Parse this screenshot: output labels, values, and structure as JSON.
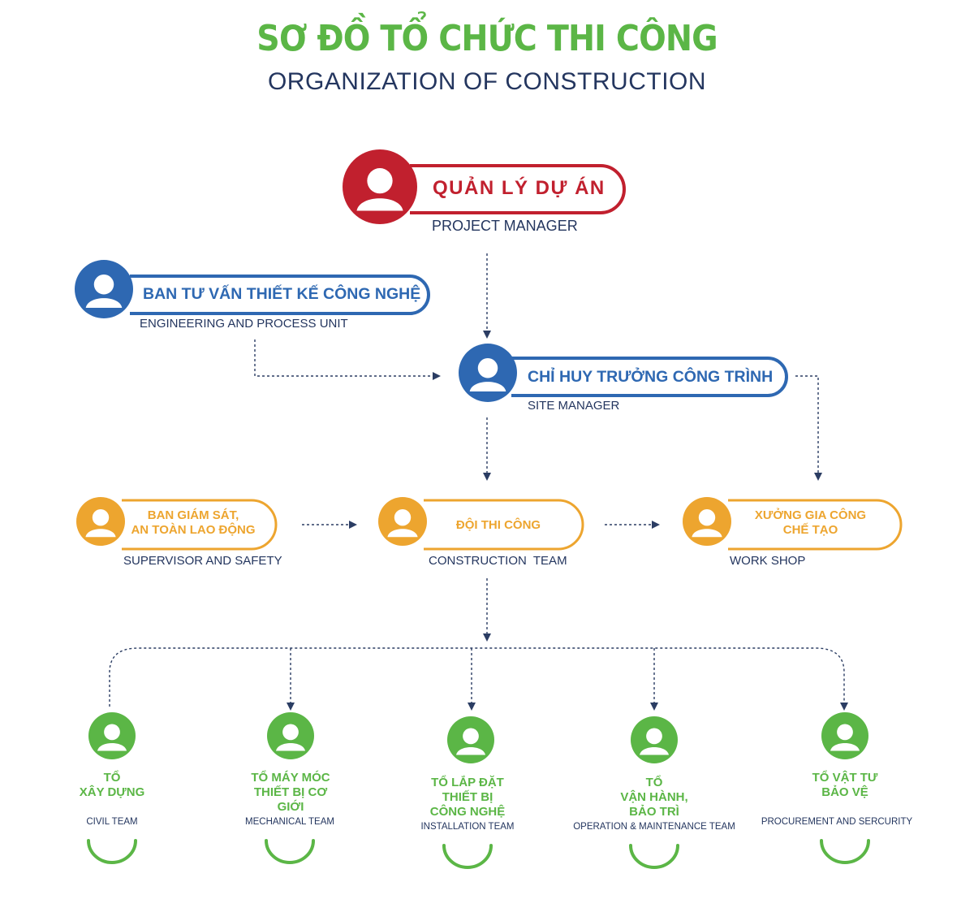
{
  "colors": {
    "green": "#5bb646",
    "navy": "#24365f",
    "red": "#c1202e",
    "blue": "#2e68b2",
    "orange": "#eda52f",
    "arrow": "#2b3d63"
  },
  "header": {
    "title": "SƠ ĐỒ TỔ CHỨC THI CÔNG",
    "subtitle": "ORGANIZATION OF CONSTRUCTION"
  },
  "nodes": {
    "project_manager": {
      "label": "QUẢN LÝ DỰ ÁN",
      "sub": "PROJECT MANAGER",
      "icon": "person-icon"
    },
    "engineering_unit": {
      "label": "BAN TƯ VẤN THIẾT KẾ CÔNG NGHỆ",
      "sub": "ENGINEERING AND PROCESS UNIT",
      "icon": "person-icon"
    },
    "site_manager": {
      "label": "CHỈ HUY TRƯỞNG CÔNG TRÌNH",
      "sub": "SITE MANAGER",
      "icon": "person-icon"
    },
    "supervisor": {
      "label_line1": "BAN GIÁM SÁT,",
      "label_line2": "AN TOÀN LAO ĐỘNG",
      "sub": "SUPERVISOR AND SAFETY",
      "icon": "person-icon"
    },
    "construction_team": {
      "label": "ĐỘI THI CÔNG",
      "sub": "CONSTRUCTION  TEAM",
      "icon": "person-icon"
    },
    "workshop": {
      "label_line1": "XƯỞNG GIA CÔNG",
      "label_line2": "CHẾ TẠO",
      "sub": "WORK SHOP",
      "icon": "person-icon"
    }
  },
  "teams": [
    {
      "lines": [
        "TỔ",
        "XÂY DỰNG"
      ],
      "sub": "CIVIL TEAM"
    },
    {
      "lines": [
        "TỔ MÁY MÓC",
        "THIẾT BỊ CƠ",
        "GIỚI"
      ],
      "sub": "MECHANICAL TEAM"
    },
    {
      "lines": [
        "TỔ LẮP ĐẶT",
        "THIẾT BỊ",
        "CÔNG NGHỆ"
      ],
      "sub": "INSTALLATION TEAM"
    },
    {
      "lines": [
        "TỔ",
        "VẬN HÀNH,",
        "BẢO TRÌ"
      ],
      "sub": "OPERATION & MAINTENANCE TEAM"
    },
    {
      "lines": [
        "TỔ VẬT TƯ",
        "BẢO VỆ"
      ],
      "sub": "PROCUREMENT AND SERCURITY"
    }
  ]
}
